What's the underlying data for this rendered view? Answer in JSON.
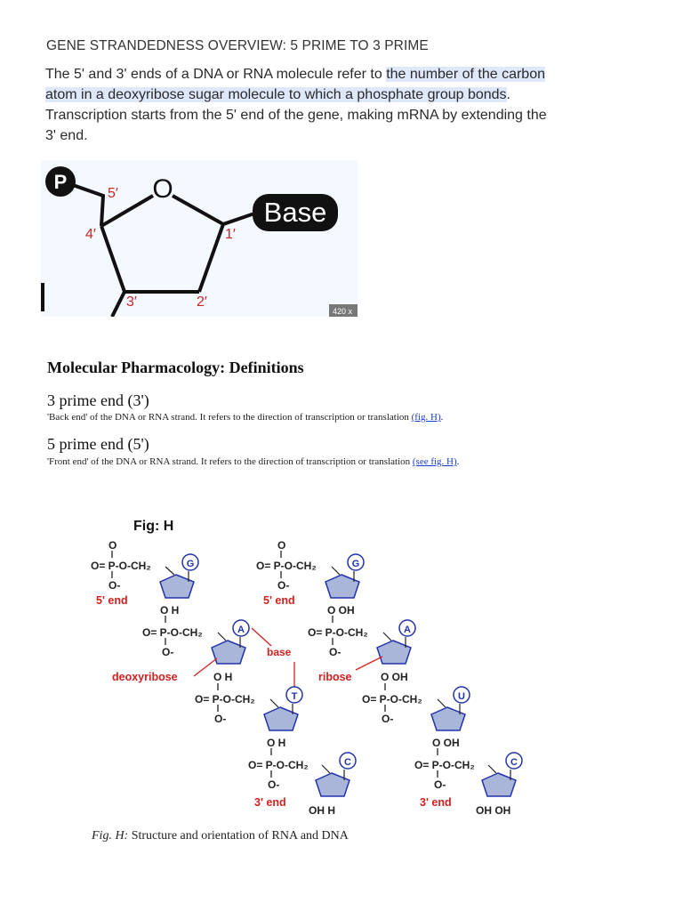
{
  "header": {
    "title": "GENE STRANDEDNESS OVERVIEW: 5 PRIME TO 3 PRIME"
  },
  "intro": {
    "part1": "The 5' and 3' ends of a DNA or RNA molecule refer to ",
    "highlight": "the number of the carbon atom in a deoxyribose sugar molecule to which a phosphate group bonds",
    "part2": ". Transcription starts from the 5' end of the gene, making mRNA by extending the 3' end."
  },
  "sugar_diagram": {
    "phosphate_label": "P",
    "oxygen_label": "O",
    "base_label": "Base",
    "c5": "5′",
    "c4": "4′",
    "c3": "3′",
    "c2": "2′",
    "c1": "1′",
    "size_badge": "420 x"
  },
  "definitions": {
    "title": "Molecular Pharmacology: Definitions",
    "three_prime": {
      "term": "3 prime end (3')",
      "text": "'Back end' of the DNA or RNA strand. It refers to the direction of transcription or translation ",
      "link": "(fig. H)",
      "end": "."
    },
    "five_prime": {
      "term": "5 prime end (5')",
      "text": "'Front end' of the DNA or RNA strand. It refers to the direction of transcription or translation ",
      "link": "(see fig. H)",
      "end": "."
    }
  },
  "figure": {
    "title": "Fig: H",
    "o_top": "O",
    "o_minus": "O-",
    "phosphate_row": "O= P-O-CH₂",
    "phosphate_row_short": "O= P-O-CH₂",
    "five_end": "5' end",
    "three_end": "3' end",
    "oh_h": "O H",
    "oh_oh": "O OH",
    "oh_h_bottom": "OH H",
    "oh_oh_bottom": "OH OH",
    "deoxyribose": "deoxyribose",
    "ribose": "ribose",
    "base": "base",
    "bases": {
      "g": "G",
      "a": "A",
      "t": "T",
      "c": "C",
      "u": "U"
    },
    "red_color": "#d42020",
    "blue_color": "#2233aa",
    "ring_fill": "#a9b6d9"
  },
  "caption": {
    "label": "Fig. H:",
    "text": " Structure and orientation of RNA and DNA"
  }
}
